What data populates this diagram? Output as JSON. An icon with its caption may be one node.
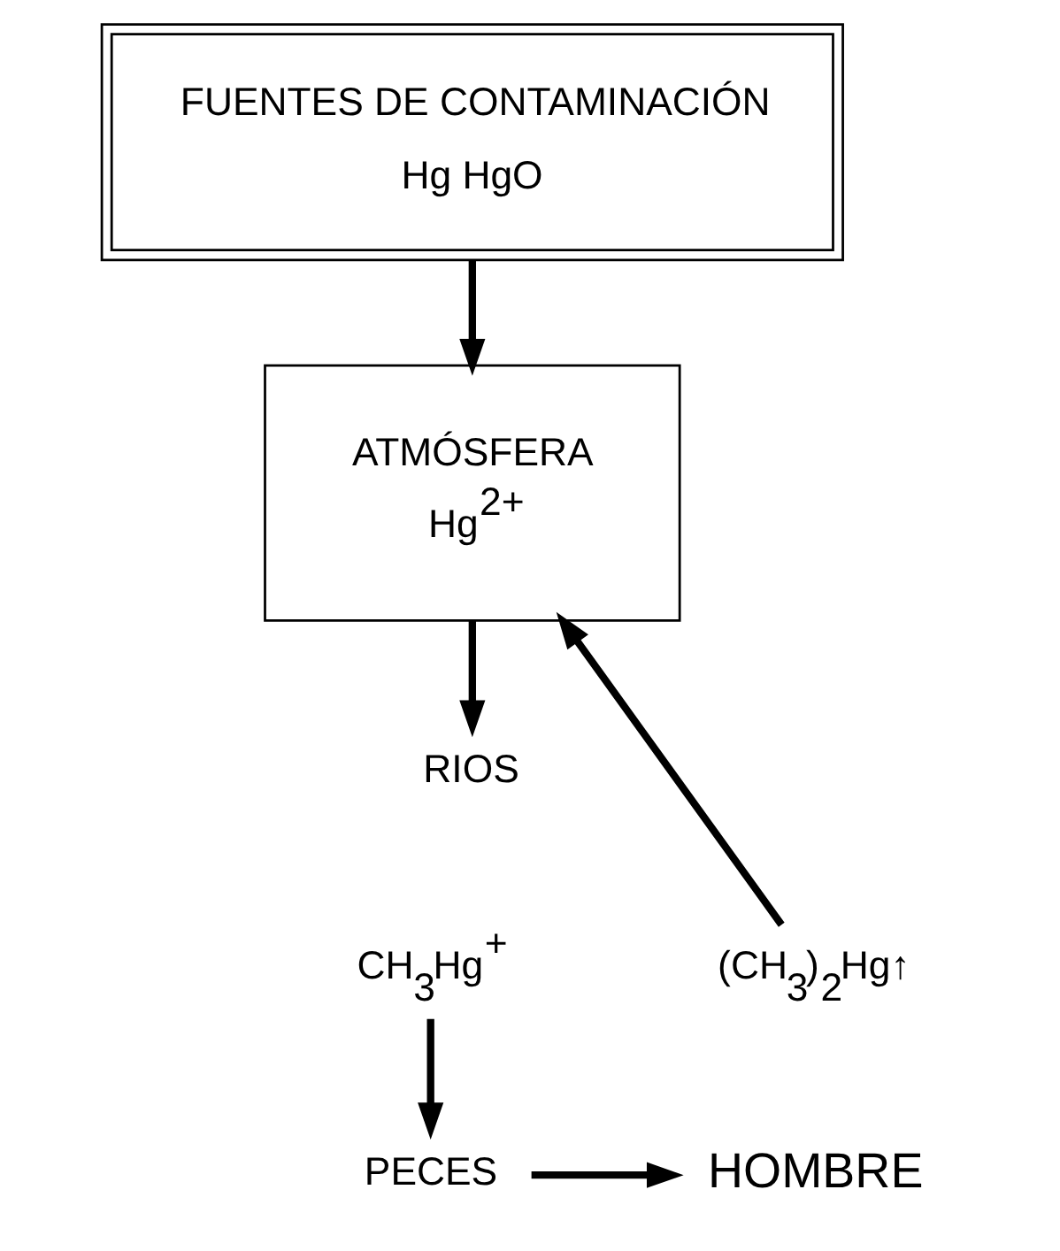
{
  "diagram": {
    "nodes": [
      {
        "text": [
          "FUENTES DE CONTAMINACIÓN",
          "Hg HgO"
        ]
      },
      {
        "text": [
          "ATMÓSFERA",
          "Hg$^{2+}$"
        ]
      },
      {
        "text": [
          "RIOS"
        ]
      },
      {
        "text": [
          "CH$_{3}$Hg$^{+}$"
        ]
      },
      {
        "text": [
          "(CH$_{3}$)$_{2}$Hg↑"
        ]
      },
      {
        "text": [
          "PECES"
        ]
      },
      {
        "text": [
          "HOMBRE"
        ]
      }
    ],
    "edges": [
      {
        "from": 0,
        "to": 1,
        "arrow": "to"
      },
      {
        "from": 1,
        "to": 2,
        "arrow": "to"
      },
      {
        "from": 4,
        "to": 1,
        "arrow": "to"
      },
      {
        "from": 3,
        "to": 5,
        "arrow": "to"
      },
      {
        "from": 5,
        "to": 6,
        "arrow": "to"
      }
    ]
  }
}
